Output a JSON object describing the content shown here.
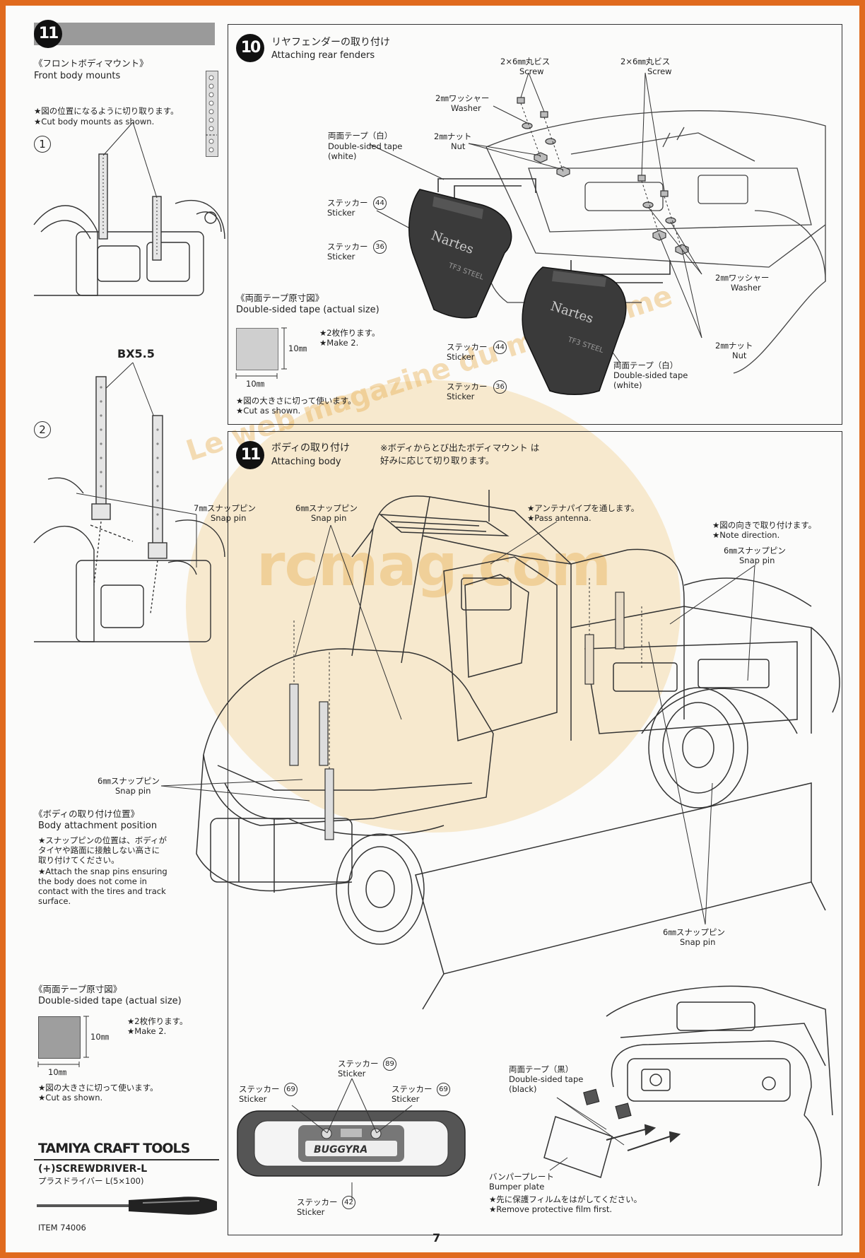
{
  "page": {
    "number": "7"
  },
  "watermark": {
    "main": "rcmag.com",
    "arc": "Le web magazine du modelisme"
  },
  "left": {
    "step": "11",
    "title_jp": "《フロントボディマウント》",
    "title_en": "Front body mounts",
    "cut_note_jp": "★図の位置になるように切り取ります。",
    "cut_note_en": "★Cut body mounts as shown.",
    "sub1": "1",
    "sub2": "2",
    "bx_label": "BX5.5",
    "snap7_jp": "7㎜スナップピン",
    "snap7_en": "Snap pin",
    "snap6_jp": "6㎜スナップピン",
    "snap6_en": "Snap pin",
    "attach_title_jp": "《ボディの取り付け位置》",
    "attach_title_en": "Body attachment position",
    "attach_jp_1": "★スナップピンの位置は、ボディが",
    "attach_jp_2": "タイヤや路面に接触しない高さに",
    "attach_jp_3": "取り付けてください。",
    "attach_en_1": "★Attach the snap pins ensuring",
    "attach_en_2": "the body does not come in",
    "attach_en_3": "contact with the tires and track",
    "attach_en_4": "surface.",
    "tape": {
      "title_jp": "《両面テープ原寸図》",
      "title_en": "Double-sided tape (actual size)",
      "height": "10㎜",
      "width": "10㎜",
      "make_jp": "★2枚作ります。",
      "make_en": "★Make 2.",
      "cut_jp": "★図の大きさに切って使います。",
      "cut_en": "★Cut as shown."
    }
  },
  "tools": {
    "brand": "TAMIYA CRAFT TOOLS",
    "name_en": "(+)SCREWDRIVER-L",
    "name_jp": "プラスドライバー L(5×100)",
    "item": "ITEM 74006"
  },
  "step10": {
    "step": "10",
    "title_jp": "リヤフェンダーの取り付け",
    "title_en": "Attaching rear fenders",
    "screw_jp": "2×6㎜丸ビス",
    "screw_en": "Screw",
    "washer_jp": "2㎜ワッシャー",
    "washer_en": "Washer",
    "nut_jp": "2㎜ナット",
    "nut_en": "Nut",
    "tape_white_jp": "両面テープ（白）",
    "tape_white_en_1": "Double-sided tape",
    "tape_white_en_2": "(white)",
    "sticker_jp": "ステッカー",
    "sticker_en": "Sticker",
    "sticker44": "44",
    "sticker36": "36",
    "tape": {
      "title_jp": "《両面テープ原寸図》",
      "title_en": "Double-sided tape (actual size)",
      "height": "10㎜",
      "width": "10㎜",
      "make_jp": "★2枚作ります。",
      "make_en": "★Make 2.",
      "cut_jp": "★図の大きさに切って使います。",
      "cut_en": "★Cut as shown."
    }
  },
  "step11": {
    "step": "11",
    "title_jp": "ボディの取り付け",
    "title_en": "Attaching body",
    "note_jp_1": "※ボディからとび出たボディマウント は",
    "note_jp_2": "好みに応じて切り取ります。",
    "snap6_jp": "6㎜スナップピン",
    "snap6_en": "Snap pin",
    "antenna_jp": "★アンテナパイプを通します。",
    "antenna_en": "★Pass antenna.",
    "direction_jp": "★図の向きで取り付けます。",
    "direction_en": "★Note direction.",
    "tape_black_jp": "両面テープ（黒）",
    "tape_black_en_1": "Double-sided tape",
    "tape_black_en_2": "(black)",
    "bumper_plate_jp": "バンパープレート",
    "bumper_plate_en": "Bumper plate",
    "film_jp": "★先に保護フィルムをはがしてください。",
    "film_en": "★Remove protective film first.",
    "sticker_jp": "ステッカー",
    "sticker_en": "Sticker",
    "sticker69": "69",
    "sticker89": "89",
    "sticker42": "42"
  }
}
